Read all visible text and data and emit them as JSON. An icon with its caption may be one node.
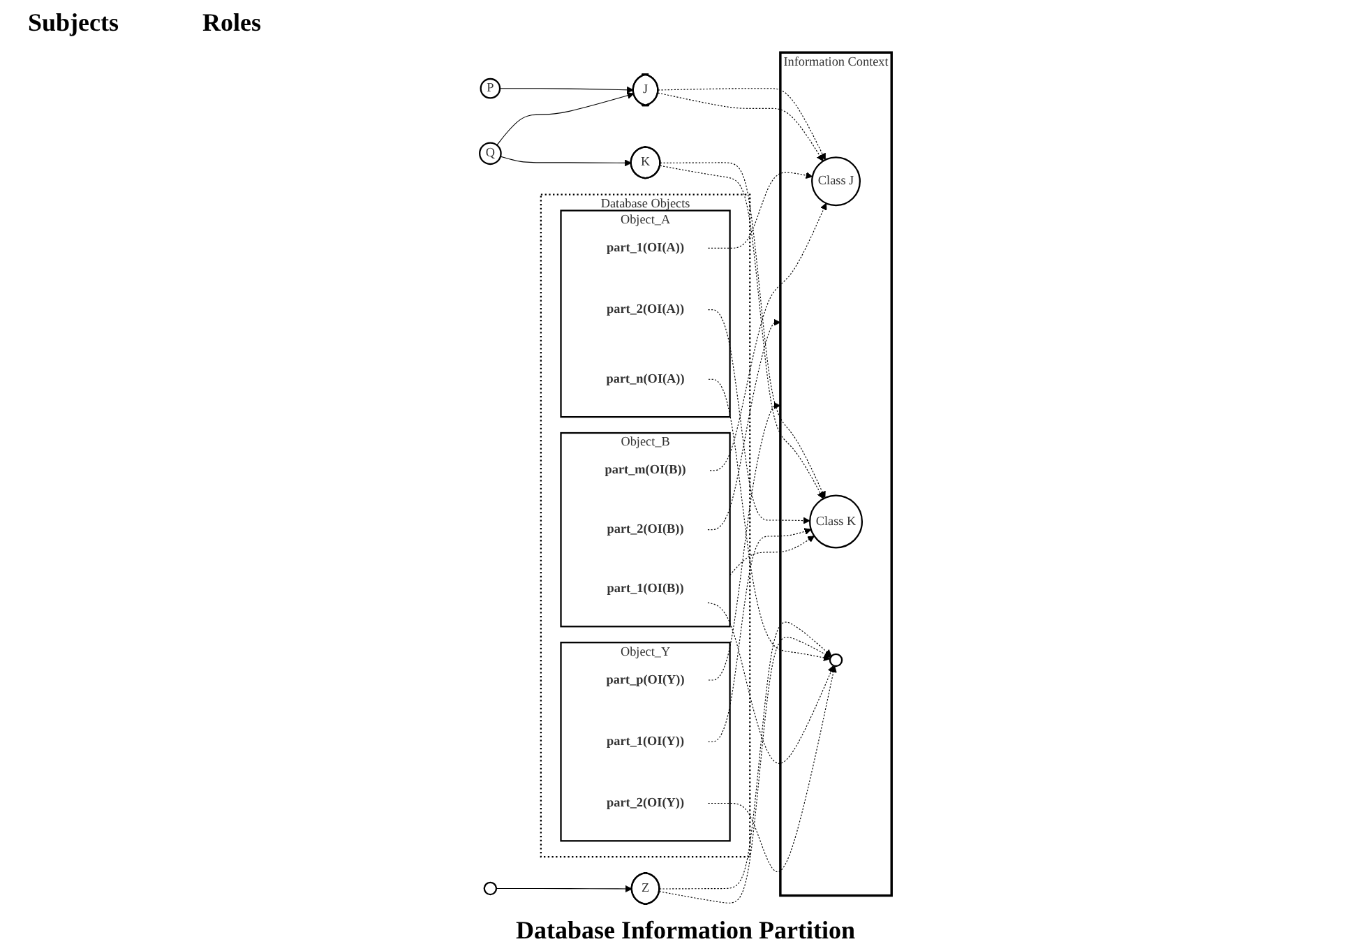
{
  "diagram": {
    "nodes": [
      {
        "text": [
          "P"
        ]
      },
      {
        "text": [
          "Q"
        ]
      },
      {
        "text": [],
        "shape": "circle"
      },
      {
        "text": [
          "J"
        ]
      },
      {
        "text": [
          "K"
        ]
      },
      {
        "text": [
          "Z"
        ]
      },
      {
        "text": [
          "Information Context"
        ]
      },
      {
        "text": [
          "Class J"
        ],
        "in": 6
      },
      {
        "text": [
          "Class K"
        ],
        "in": 6
      },
      {
        "text": [],
        "shape": "circle",
        "in": 6
      },
      {
        "text": [
          "Database Objects"
        ]
      },
      {
        "text": [
          "Object_A"
        ],
        "in": 10
      },
      {
        "text": [
          "part_1(OI(A))"
        ],
        "in": 11
      },
      {
        "text": [
          "part_2(OI(A))"
        ],
        "in": 11
      },
      {
        "text": [
          "part_n(OI(A))"
        ],
        "in": 11
      },
      {
        "text": [
          "Object_B"
        ],
        "in": 10
      },
      {
        "text": [
          "part_1(OI(B))"
        ],
        "in": 15
      },
      {
        "text": [
          "part_2(OI(B))"
        ],
        "in": 15
      },
      {
        "text": [
          "part_m(OI(B))"
        ],
        "in": 15
      },
      {
        "text": [
          "Object_Y"
        ],
        "in": 10
      },
      {
        "text": [
          "part_1(OI(Y))"
        ],
        "in": 19
      },
      {
        "text": [
          "part_2(OI(Y))"
        ],
        "in": 19
      },
      {
        "text": [
          "part_p(OI(Y))"
        ],
        "in": 19
      }
    ],
    "edges": [
      {
        "from": 0,
        "to": 3,
        "arrow": "to"
      },
      {
        "from": 1,
        "to": 3,
        "arrow": "to"
      },
      {
        "from": 1,
        "to": 4,
        "arrow": "to"
      },
      {
        "from": 2,
        "to": 5,
        "arrow": "to"
      },
      {
        "from": 3,
        "to": 7,
        "arrow": "to",
        "style": "dashed"
      },
      {
        "from": 3,
        "to": 7,
        "arrow": "to",
        "style": "dashed"
      },
      {
        "from": 4,
        "to": 8,
        "arrow": "to",
        "style": "dashed"
      },
      {
        "from": 4,
        "to": 8,
        "arrow": "to",
        "style": "dashed"
      },
      {
        "from": 5,
        "to": 9,
        "arrow": "to",
        "style": "dashed"
      },
      {
        "from": 5,
        "to": 9,
        "arrow": "to",
        "style": "dashed"
      },
      {
        "from": 12,
        "to": 7,
        "arrow": "to",
        "style": "dashed"
      },
      {
        "from": 18,
        "to": 7,
        "arrow": "to",
        "style": "dashed"
      },
      {
        "from": 13,
        "to": 8,
        "arrow": "to",
        "style": "dashed"
      },
      {
        "from": 15,
        "to": 8,
        "arrow": "to",
        "style": "dashed"
      },
      {
        "from": 20,
        "to": 8,
        "arrow": "to",
        "style": "dashed"
      },
      {
        "from": 17,
        "to": 6,
        "arrow": "to",
        "style": "dashed"
      },
      {
        "from": 22,
        "to": 6,
        "arrow": "to",
        "style": "dashed"
      },
      {
        "from": 14,
        "to": 9,
        "arrow": "to",
        "style": "dashed"
      },
      {
        "from": 16,
        "to": 9,
        "arrow": "to",
        "style": "dashed"
      },
      {
        "from": 21,
        "to": 9,
        "arrow": "to",
        "style": "dashed"
      }
    ],
    "labels": [
      "Subjects",
      "Roles",
      "Database Information Partition"
    ]
  }
}
